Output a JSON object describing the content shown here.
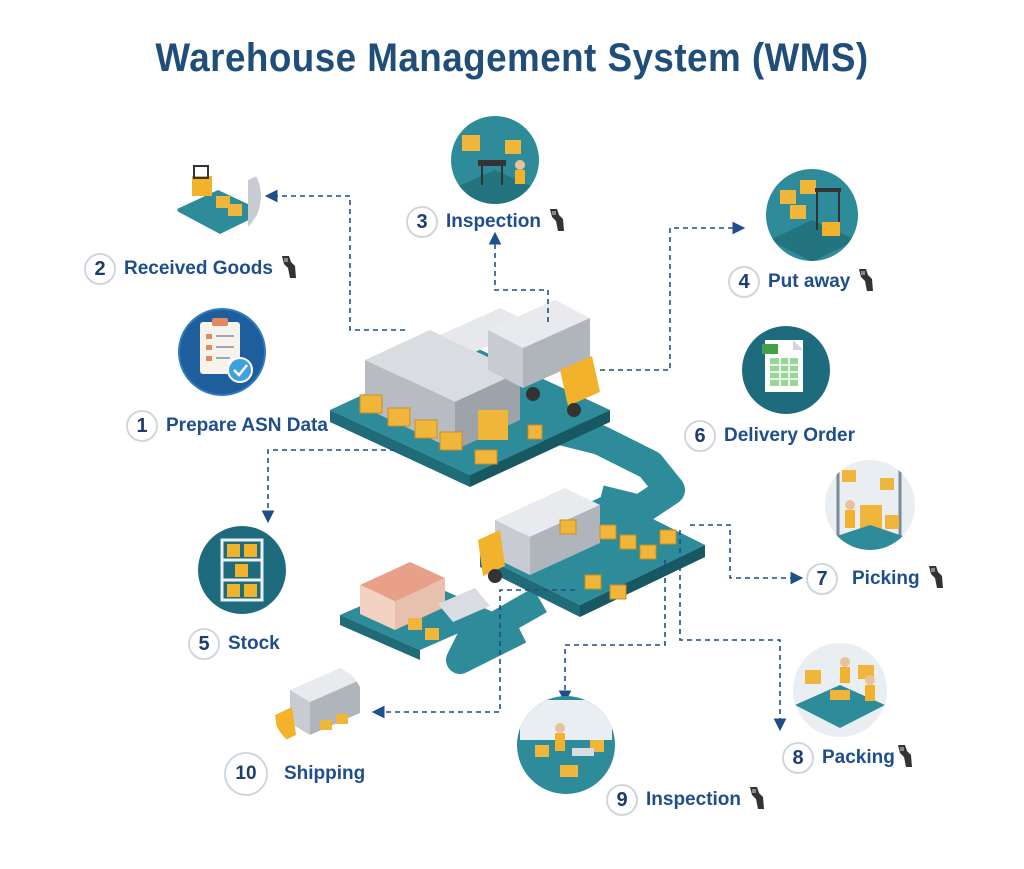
{
  "title": "Warehouse Management System (WMS)",
  "colors": {
    "title": "#1f4e79",
    "label": "#1f4e8c",
    "teal": "#2e8b9a",
    "dark_teal": "#1f6b78",
    "box": "#f0b63c",
    "truck": "#f2b22c",
    "arrow": "#1f4e8c",
    "building": "#b8bcc2"
  },
  "steps": [
    {
      "num": "1",
      "label": "Prepare ASN Data",
      "icon": "clipboard-check-icon",
      "scanner": false
    },
    {
      "num": "2",
      "label": "Received Goods",
      "icon": "forklift-scene-icon",
      "scanner": true
    },
    {
      "num": "3",
      "label": "Inspection",
      "icon": "inspection-scene-icon",
      "scanner": true
    },
    {
      "num": "4",
      "label": "Put away",
      "icon": "putaway-scene-icon",
      "scanner": true
    },
    {
      "num": "5",
      "label": "Stock",
      "icon": "shelf-stock-icon",
      "scanner": false
    },
    {
      "num": "6",
      "label": "Delivery Order",
      "icon": "spreadsheet-icon",
      "scanner": false
    },
    {
      "num": "7",
      "label": "Picking",
      "icon": "picking-scene-icon",
      "scanner": true
    },
    {
      "num": "8",
      "label": "Packing",
      "icon": "packing-scene-icon",
      "scanner": true
    },
    {
      "num": "9",
      "label": "Inspection",
      "icon": "inspection-scene-icon",
      "scanner": true
    },
    {
      "num": "10",
      "label": "Shipping",
      "icon": "truck-scene-icon",
      "scanner": false
    }
  ]
}
